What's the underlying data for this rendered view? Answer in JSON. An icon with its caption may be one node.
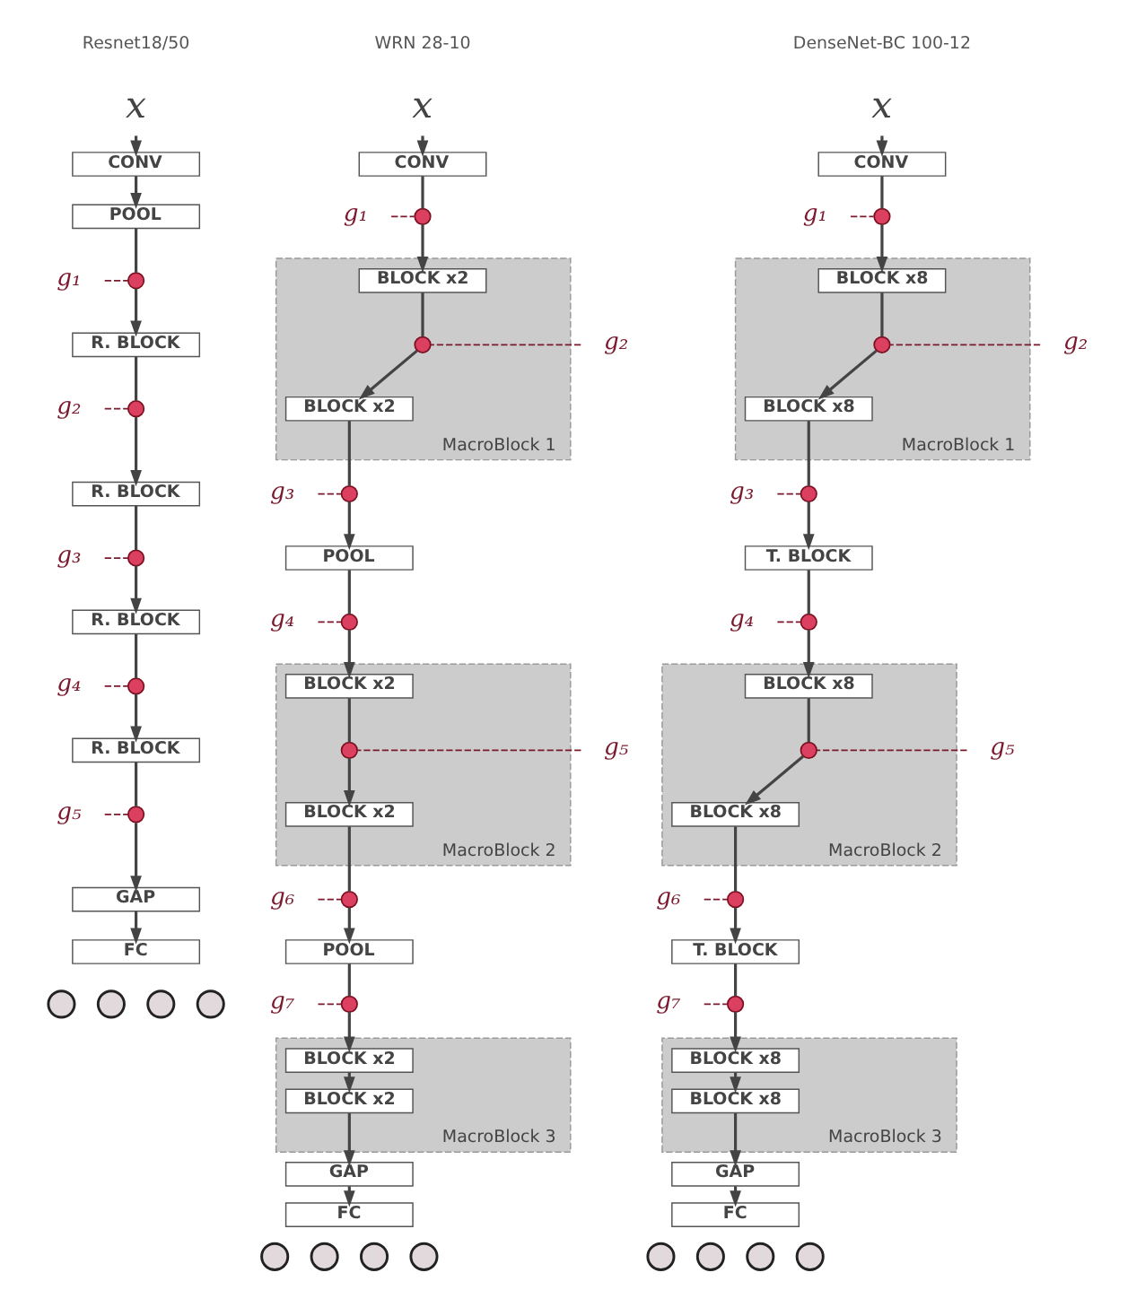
{
  "diagram": {
    "nodes": [
      {
        "text": [
          "x"
        ]
      },
      {
        "text": [
          "CONV"
        ]
      },
      {
        "text": [
          "POOL"
        ]
      },
      {
        "text": [
          "g₁"
        ]
      },
      {
        "text": [],
        "shape": "circle"
      },
      {
        "text": [
          "R. BLOCK"
        ]
      },
      {
        "text": [
          "g₂"
        ]
      },
      {
        "text": [],
        "shape": "circle"
      },
      {
        "text": [
          "R. BLOCK"
        ]
      },
      {
        "text": [
          "g₃"
        ]
      },
      {
        "text": [],
        "shape": "circle"
      },
      {
        "text": [
          "R. BLOCK"
        ]
      },
      {
        "text": [
          "g₄"
        ]
      },
      {
        "text": [],
        "shape": "circle"
      },
      {
        "text": [
          "R. BLOCK"
        ]
      },
      {
        "text": [
          "g₅"
        ]
      },
      {
        "text": [],
        "shape": "circle"
      },
      {
        "text": [
          "GAP"
        ]
      },
      {
        "text": [
          "FC"
        ]
      },
      {
        "text": [],
        "shape": "circle"
      },
      {
        "text": [],
        "shape": "circle"
      },
      {
        "text": [],
        "shape": "circle"
      },
      {
        "text": [],
        "shape": "circle"
      },
      {
        "text": [
          "x"
        ]
      },
      {
        "text": [
          "CONV"
        ]
      },
      {
        "text": [
          "g₁"
        ]
      },
      {
        "text": [],
        "shape": "circle"
      },
      {
        "text": [
          "MacroBlock 1"
        ]
      },
      {
        "text": [
          "BLOCK x2"
        ],
        "in": 27
      },
      {
        "text": [
          "g₂"
        ]
      },
      {
        "text": [],
        "shape": "circle",
        "in": 27
      },
      {
        "text": [
          "BLOCK x2"
        ],
        "in": 27
      },
      {
        "text": [
          "g₃"
        ]
      },
      {
        "text": [],
        "shape": "circle"
      },
      {
        "text": [
          "POOL"
        ]
      },
      {
        "text": [
          "g₄"
        ]
      },
      {
        "text": [],
        "shape": "circle"
      },
      {
        "text": [
          "MacroBlock 2"
        ]
      },
      {
        "text": [
          "BLOCK x2"
        ],
        "in": 37
      },
      {
        "text": [
          "g₅"
        ]
      },
      {
        "text": [],
        "shape": "circle",
        "in": 37
      },
      {
        "text": [
          "BLOCK x2"
        ],
        "in": 37
      },
      {
        "text": [
          "g₆"
        ]
      },
      {
        "text": [],
        "shape": "circle"
      },
      {
        "text": [
          "POOL"
        ]
      },
      {
        "text": [
          "g₇"
        ]
      },
      {
        "text": [],
        "shape": "circle"
      },
      {
        "text": [
          "MacroBlock 3"
        ]
      },
      {
        "text": [
          "BLOCK x2"
        ],
        "in": 47
      },
      {
        "text": [
          "BLOCK x2"
        ],
        "in": 47
      },
      {
        "text": [
          "GAP"
        ]
      },
      {
        "text": [
          "FC"
        ]
      },
      {
        "text": [],
        "shape": "circle"
      },
      {
        "text": [],
        "shape": "circle"
      },
      {
        "text": [],
        "shape": "circle"
      },
      {
        "text": [],
        "shape": "circle"
      },
      {
        "text": [
          "x"
        ]
      },
      {
        "text": [
          "CONV"
        ]
      },
      {
        "text": [
          "g₁"
        ]
      },
      {
        "text": [],
        "shape": "circle"
      },
      {
        "text": [
          "MacroBlock 1"
        ]
      },
      {
        "text": [
          "BLOCK x8"
        ],
        "in": 60
      },
      {
        "text": [
          "g₂"
        ]
      },
      {
        "text": [],
        "shape": "circle",
        "in": 60
      },
      {
        "text": [
          "BLOCK x8"
        ],
        "in": 60
      },
      {
        "text": [
          "g₃"
        ]
      },
      {
        "text": [],
        "shape": "circle"
      },
      {
        "text": [
          "T. BLOCK"
        ]
      },
      {
        "text": [
          "g₄"
        ]
      },
      {
        "text": [],
        "shape": "circle"
      },
      {
        "text": [
          "MacroBlock 2"
        ]
      },
      {
        "text": [
          "BLOCK x8"
        ],
        "in": 70
      },
      {
        "text": [
          "g₅"
        ]
      },
      {
        "text": [],
        "shape": "circle",
        "in": 70
      },
      {
        "text": [
          "BLOCK x8"
        ],
        "in": 70
      },
      {
        "text": [
          "g₆"
        ]
      },
      {
        "text": [],
        "shape": "circle"
      },
      {
        "text": [
          "T. BLOCK"
        ]
      },
      {
        "text": [
          "g₇"
        ]
      },
      {
        "text": [],
        "shape": "circle"
      },
      {
        "text": [
          "MacroBlock 3"
        ]
      },
      {
        "text": [
          "BLOCK x8"
        ],
        "in": 80
      },
      {
        "text": [
          "BLOCK x8"
        ],
        "in": 80
      },
      {
        "text": [
          "GAP"
        ]
      },
      {
        "text": [
          "FC"
        ]
      },
      {
        "text": [],
        "shape": "circle"
      },
      {
        "text": [],
        "shape": "circle"
      },
      {
        "text": [],
        "shape": "circle"
      },
      {
        "text": [],
        "shape": "circle"
      }
    ],
    "edges": [
      {
        "from": 0,
        "to": 1,
        "arrow": "to"
      },
      {
        "from": 1,
        "to": 2,
        "arrow": "to"
      },
      {
        "from": 2,
        "to": 4,
        "arrow": "none"
      },
      {
        "from": 4,
        "to": 5,
        "arrow": "to"
      },
      {
        "from": 3,
        "to": 4,
        "arrow": "none",
        "style": "dashed",
        "color": "#7b1a2e"
      },
      {
        "from": 5,
        "to": 7,
        "arrow": "none"
      },
      {
        "from": 7,
        "to": 8,
        "arrow": "to"
      },
      {
        "from": 6,
        "to": 7,
        "arrow": "none",
        "style": "dashed",
        "color": "#7b1a2e"
      },
      {
        "from": 8,
        "to": 10,
        "arrow": "none"
      },
      {
        "from": 10,
        "to": 11,
        "arrow": "to"
      },
      {
        "from": 9,
        "to": 10,
        "arrow": "none",
        "style": "dashed",
        "color": "#7b1a2e"
      },
      {
        "from": 11,
        "to": 13,
        "arrow": "none"
      },
      {
        "from": 13,
        "to": 14,
        "arrow": "to"
      },
      {
        "from": 12,
        "to": 13,
        "arrow": "none",
        "style": "dashed",
        "color": "#7b1a2e"
      },
      {
        "from": 14,
        "to": 16,
        "arrow": "none"
      },
      {
        "from": 16,
        "to": 17,
        "arrow": "to"
      },
      {
        "from": 15,
        "to": 16,
        "arrow": "none",
        "style": "dashed",
        "color": "#7b1a2e"
      },
      {
        "from": 17,
        "to": 18,
        "arrow": "to"
      },
      {
        "from": 23,
        "to": 24,
        "arrow": "to"
      },
      {
        "from": 24,
        "to": 26,
        "arrow": "none"
      },
      {
        "from": 26,
        "to": 28,
        "arrow": "to"
      },
      {
        "from": 25,
        "to": 26,
        "arrow": "none",
        "style": "dashed",
        "color": "#7b1a2e"
      },
      {
        "from": 28,
        "to": 30,
        "arrow": "none"
      },
      {
        "from": 30,
        "to": 31,
        "arrow": "to"
      },
      {
        "from": 29,
        "to": 30,
        "arrow": "none",
        "style": "dashed",
        "color": "#7b1a2e"
      },
      {
        "from": 31,
        "to": 33,
        "arrow": "none"
      },
      {
        "from": 33,
        "to": 34,
        "arrow": "to"
      },
      {
        "from": 32,
        "to": 33,
        "arrow": "none",
        "style": "dashed",
        "color": "#7b1a2e"
      },
      {
        "from": 34,
        "to": 36,
        "arrow": "none"
      },
      {
        "from": 36,
        "to": 38,
        "arrow": "to"
      },
      {
        "from": 35,
        "to": 36,
        "arrow": "none",
        "style": "dashed",
        "color": "#7b1a2e"
      },
      {
        "from": 38,
        "to": 40,
        "arrow": "none"
      },
      {
        "from": 40,
        "to": 41,
        "arrow": "to"
      },
      {
        "from": 39,
        "to": 40,
        "arrow": "none",
        "style": "dashed",
        "color": "#7b1a2e"
      },
      {
        "from": 41,
        "to": 43,
        "arrow": "none"
      },
      {
        "from": 43,
        "to": 44,
        "arrow": "to"
      },
      {
        "from": 42,
        "to": 43,
        "arrow": "none",
        "style": "dashed",
        "color": "#7b1a2e"
      },
      {
        "from": 44,
        "to": 46,
        "arrow": "none"
      },
      {
        "from": 46,
        "to": 48,
        "arrow": "to"
      },
      {
        "from": 45,
        "to": 46,
        "arrow": "none",
        "style": "dashed",
        "color": "#7b1a2e"
      },
      {
        "from": 48,
        "to": 49,
        "arrow": "to"
      },
      {
        "from": 49,
        "to": 50,
        "arrow": "to"
      },
      {
        "from": 50,
        "to": 51,
        "arrow": "to"
      },
      {
        "from": 56,
        "to": 57,
        "arrow": "to"
      },
      {
        "from": 57,
        "to": 59,
        "arrow": "none"
      },
      {
        "from": 59,
        "to": 61,
        "arrow": "to"
      },
      {
        "from": 58,
        "to": 59,
        "arrow": "none",
        "style": "dashed",
        "color": "#7b1a2e"
      },
      {
        "from": 61,
        "to": 63,
        "arrow": "none"
      },
      {
        "from": 63,
        "to": 64,
        "arrow": "to"
      },
      {
        "from": 62,
        "to": 63,
        "arrow": "none",
        "style": "dashed",
        "color": "#7b1a2e"
      },
      {
        "from": 64,
        "to": 66,
        "arrow": "none"
      },
      {
        "from": 66,
        "to": 67,
        "arrow": "to"
      },
      {
        "from": 65,
        "to": 66,
        "arrow": "none",
        "style": "dashed",
        "color": "#7b1a2e"
      },
      {
        "from": 67,
        "to": 69,
        "arrow": "none"
      },
      {
        "from": 69,
        "to": 71,
        "arrow": "to"
      },
      {
        "from": 68,
        "to": 69,
        "arrow": "none",
        "style": "dashed",
        "color": "#7b1a2e"
      },
      {
        "from": 71,
        "to": 73,
        "arrow": "none"
      },
      {
        "from": 73,
        "to": 74,
        "arrow": "to"
      },
      {
        "from": 72,
        "to": 73,
        "arrow": "none",
        "style": "dashed",
        "color": "#7b1a2e"
      },
      {
        "from": 74,
        "to": 76,
        "arrow": "none"
      },
      {
        "from": 76,
        "to": 77,
        "arrow": "to"
      },
      {
        "from": 75,
        "to": 76,
        "arrow": "none",
        "style": "dashed",
        "color": "#7b1a2e"
      },
      {
        "from": 77,
        "to": 79,
        "arrow": "none"
      },
      {
        "from": 79,
        "to": 81,
        "arrow": "to"
      },
      {
        "from": 78,
        "to": 79,
        "arrow": "none",
        "style": "dashed",
        "color": "#7b1a2e"
      },
      {
        "from": 81,
        "to": 82,
        "arrow": "to"
      },
      {
        "from": 82,
        "to": 83,
        "arrow": "to"
      },
      {
        "from": 83,
        "to": 84,
        "arrow": "to"
      }
    ],
    "labels": [
      "Resnet18/50",
      "WRN 28-10",
      "DenseNet-BC 100-12"
    ]
  }
}
